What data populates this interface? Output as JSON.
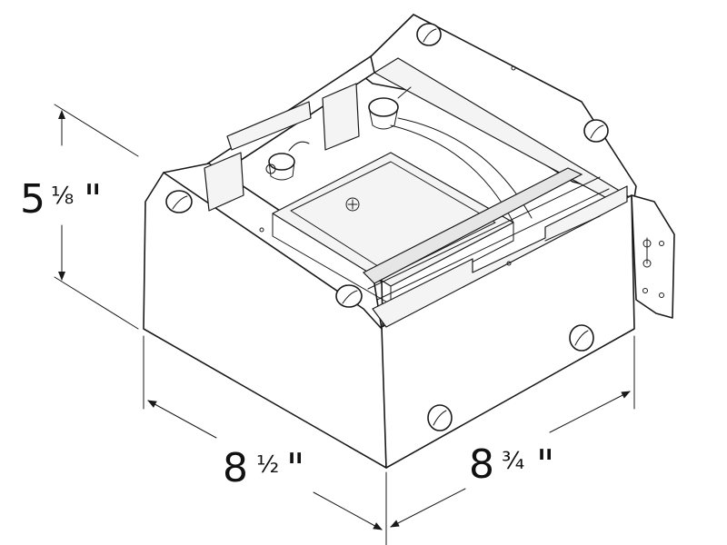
{
  "dimensions": {
    "height": {
      "whole": "5",
      "fraction": "⅛",
      "unit": "\""
    },
    "width": {
      "whole": "8",
      "fraction": "½",
      "unit": "\""
    },
    "depth": {
      "whole": "8",
      "fraction": "¾",
      "unit": "\""
    }
  },
  "colors": {
    "line": "#1a1a1a",
    "background": "#ffffff"
  }
}
